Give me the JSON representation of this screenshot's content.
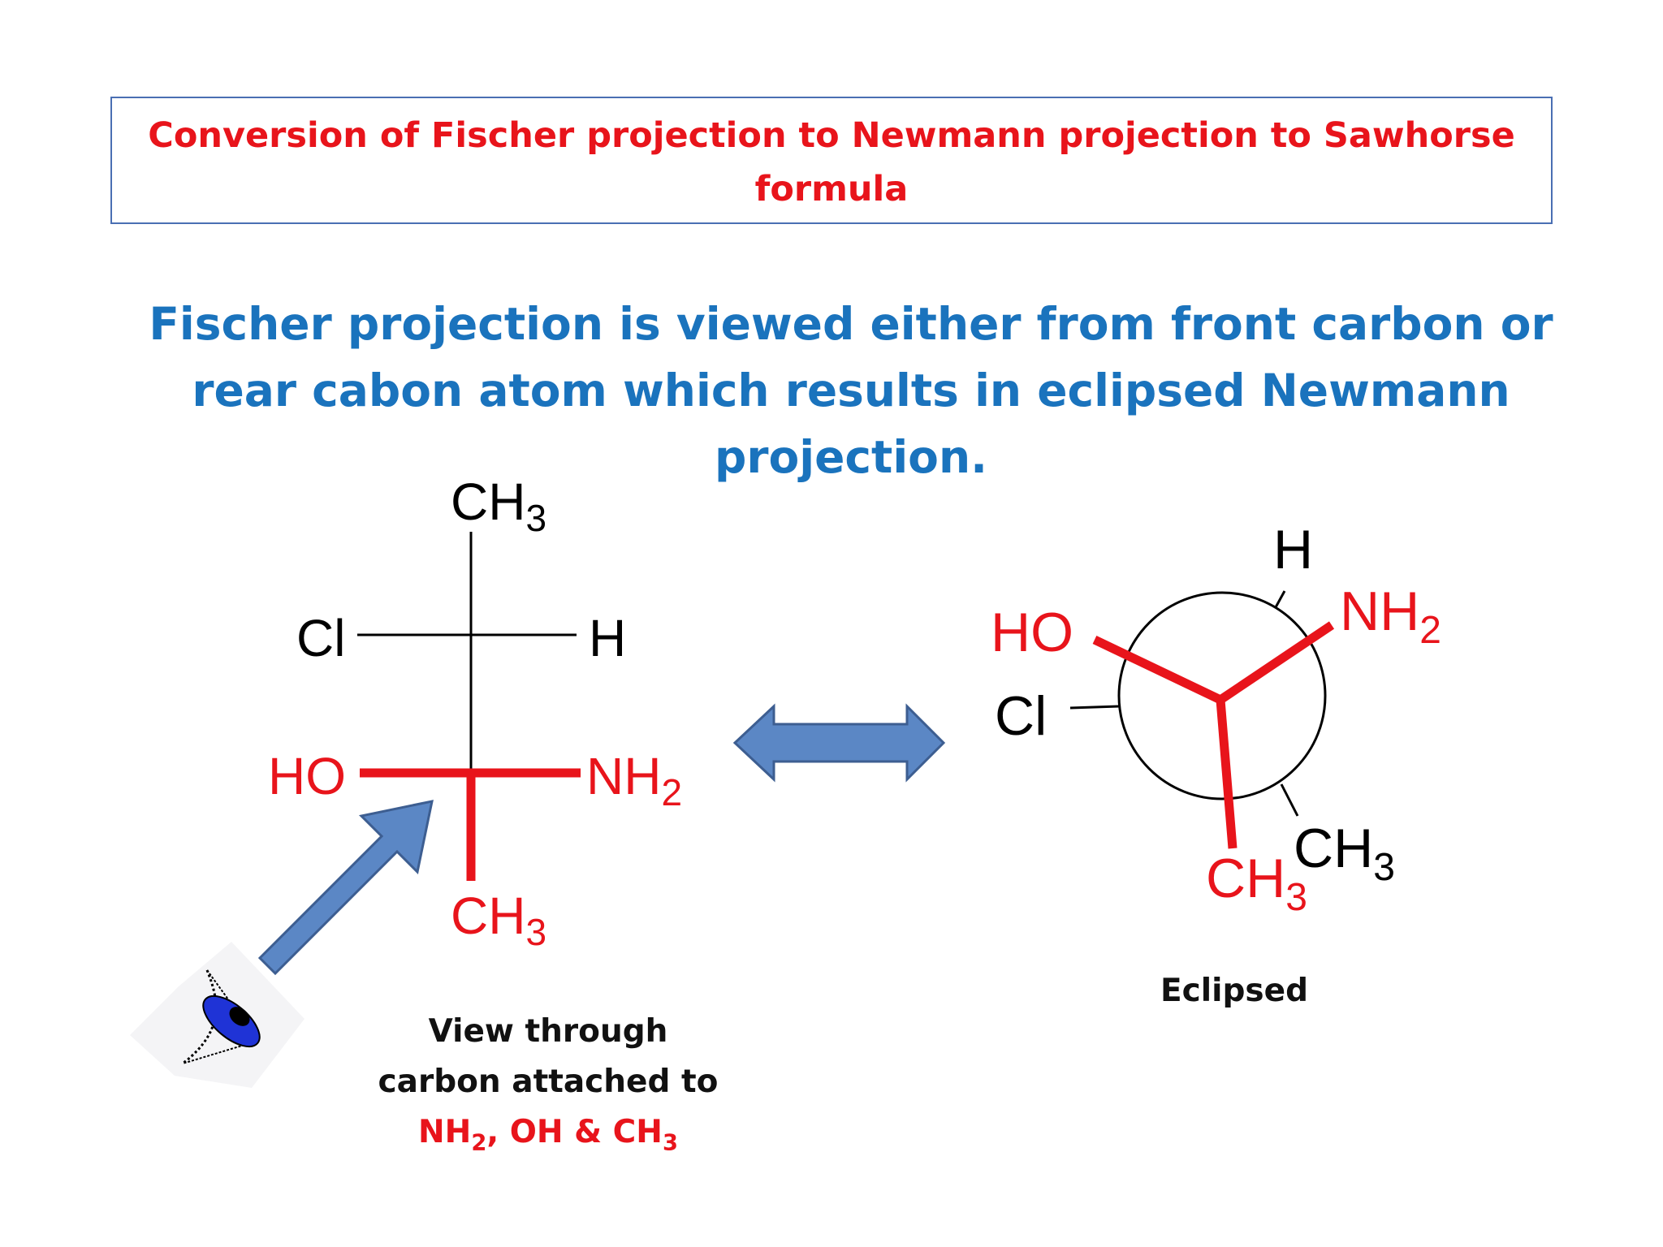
{
  "title": "Conversion of Fischer projection to Newmann projection to Sawhorse formula",
  "subtitle": "Fischer projection is viewed either from front carbon or rear cabon atom which results in eclipsed Newmann projection.",
  "fischer": {
    "top": "CH",
    "top_sub": "3",
    "upper_left": "Cl",
    "upper_right": "H",
    "lower_left": "HO",
    "lower_right": "NH",
    "lower_right_sub": "2",
    "bottom": "CH",
    "bottom_sub": "3"
  },
  "newman": {
    "front_left": "HO",
    "front_right": "NH",
    "front_right_sub": "2",
    "front_bottom": "CH",
    "front_bottom_sub": "3",
    "rear_top": "H",
    "rear_left": "Cl",
    "rear_bottom": "CH",
    "rear_bottom_sub": "3"
  },
  "captions": {
    "view_line1": "View through",
    "view_line2": "carbon attached to",
    "view_groups": "NH",
    "view_groups_sub1": "2",
    "view_groups_mid": ", OH & CH",
    "view_groups_sub2": "3",
    "eclipsed": "Eclipsed"
  },
  "colors": {
    "highlight": "#e8141b",
    "title": "#e8141b",
    "subtitle": "#1a73bd",
    "arrow_fill": "#5b87c5",
    "arrow_stroke": "#3d5e91",
    "box_border": "#4a6fb3"
  },
  "icons": [
    "eye-icon",
    "view-arrow-icon",
    "double-arrow-icon"
  ]
}
